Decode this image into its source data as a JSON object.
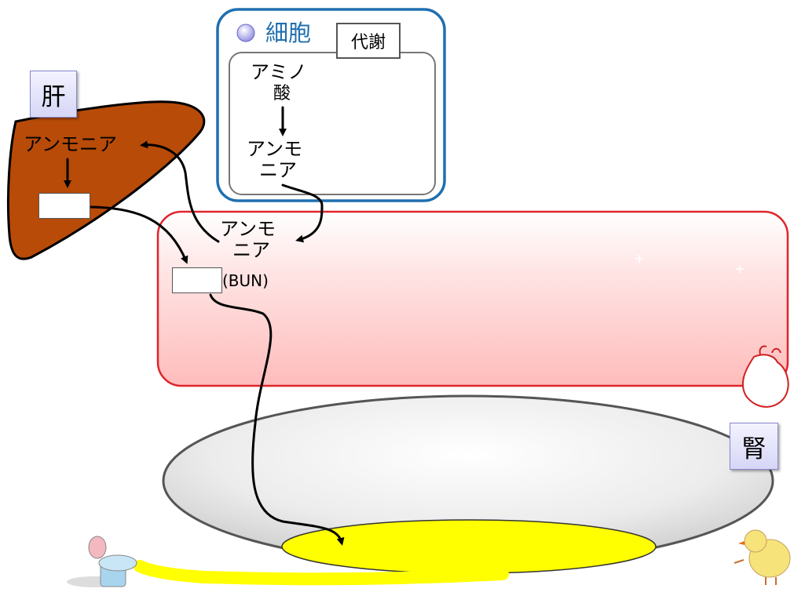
{
  "cell": {
    "title": "細胞",
    "tag": "代謝",
    "amino_line1": "アミノ",
    "amino_line2": "酸",
    "ammonia_line1": "アンモ",
    "ammonia_line2": "ニア"
  },
  "liver": {
    "tag": "肝",
    "ammonia": "アンモニア",
    "product_blank": ""
  },
  "blood": {
    "ammonia_line1": "アンモ",
    "ammonia_line2": "ニア",
    "bun_blank": "",
    "bun_label": "(BUN)"
  },
  "kidney": {
    "tag": "腎"
  },
  "colors": {
    "cell_border": "#1f6fb0",
    "liver": "#b84b08",
    "blood_border": "#e0242b",
    "blood_fill": "#ffd3d3",
    "kidney_fill": "#e4e4e4",
    "urine": "#ffff00",
    "tag_border": "#8888cc"
  },
  "icons": [
    "cell-dot-icon",
    "heart-icon",
    "toilet-icon",
    "chick-icon",
    "sparkle-icon"
  ]
}
